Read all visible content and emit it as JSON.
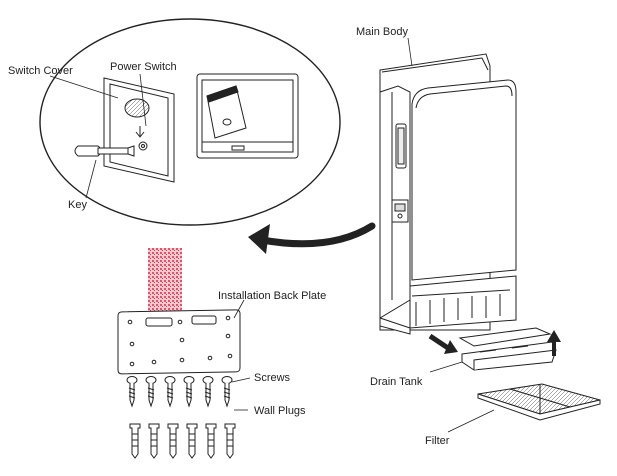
{
  "labels": {
    "main_body": "Main Body",
    "switch_cover": "Switch Cover",
    "power_switch": "Power Switch",
    "key": "Key",
    "installation_back_plate": "Installation Back Plate",
    "screws": "Screws",
    "wall_plugs": "Wall Plugs",
    "drain_tank": "Drain Tank",
    "filter": "Filter"
  },
  "counts": {
    "screws": 6,
    "wall_plugs": 6
  },
  "colors": {
    "line": "#222222",
    "wall_pattern": "#e07a8a",
    "arrow": "#222222"
  },
  "icons": [
    "curved-arrow-icon",
    "down-arrow-icon",
    "up-arrow-icon"
  ]
}
